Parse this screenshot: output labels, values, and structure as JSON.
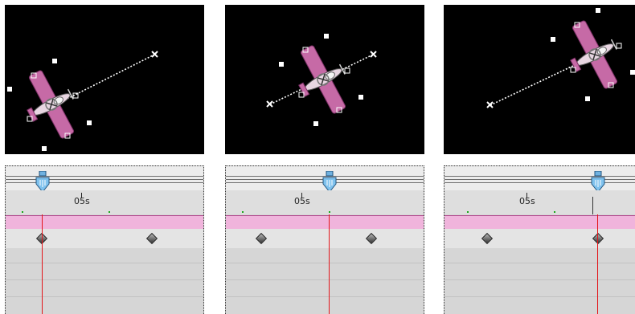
{
  "panels": [
    {
      "id": "panel-1",
      "ruler_label": "05s",
      "time_position": 0.2,
      "keyframe_markers": 2
    },
    {
      "id": "panel-2",
      "ruler_label": "05s",
      "time_position": 0.52,
      "keyframe_markers": 2
    },
    {
      "id": "panel-3",
      "ruler_label": "05s",
      "time_position": 0.8,
      "keyframe_markers": 2
    }
  ],
  "colors": {
    "composition_bg": "#000000",
    "layer_bar": "#f0b4dc",
    "current_time_indicator": "#e3161a",
    "motion_path": "#ffffff",
    "airplane_wing": "#c66aa6"
  },
  "icons": [
    "airplane-icon",
    "motion-path-icon",
    "keyframe-icon",
    "current-time-indicator-icon",
    "anchor-point-icon"
  ]
}
